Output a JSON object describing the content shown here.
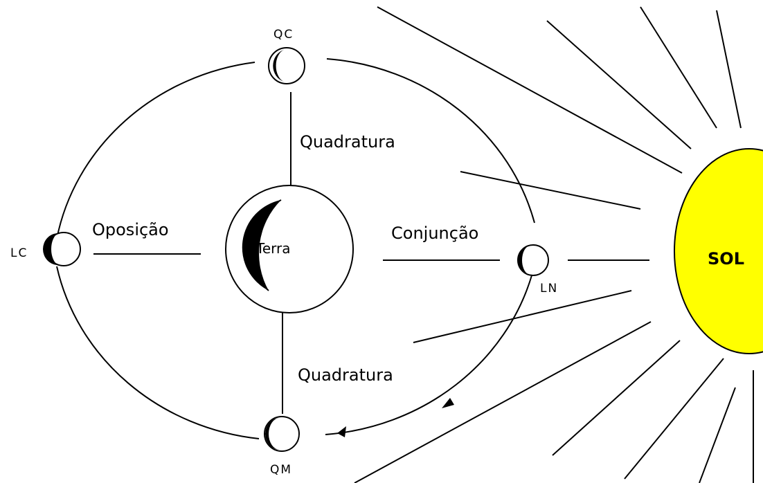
{
  "diagram": {
    "sun": {
      "label": "SOL",
      "color": "#ffff00"
    },
    "earth": {
      "label": "Terra"
    },
    "phases": {
      "qc": "QC",
      "lc": "LC",
      "ln": "LN",
      "qm": "QM"
    },
    "relations": {
      "quadratura_top": "Quadratura",
      "quadratura_bottom": "Quadratura",
      "oposicao": "Oposição",
      "conjuncao": "Conjunção"
    }
  }
}
